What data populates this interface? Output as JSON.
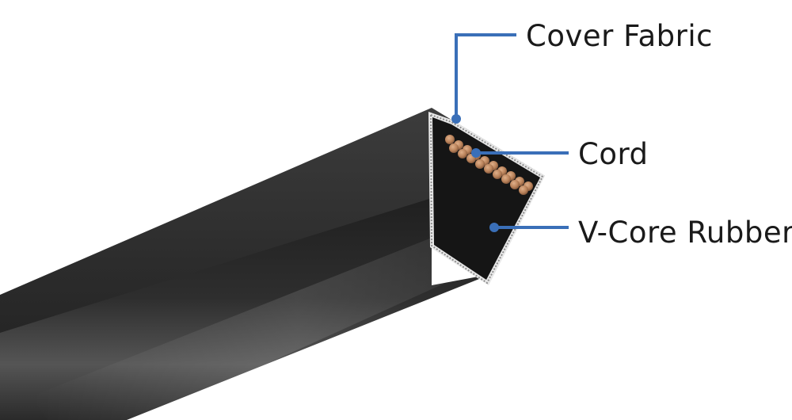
{
  "labels": {
    "cover_fabric": "Cover Fabric",
    "cord": "Cord",
    "v_core_rubber": "V-Core Rubber"
  },
  "colors": {
    "leader_line": "#3a6fb8",
    "belt_body": "#2a2a2a",
    "cord_copper": "#b9825a",
    "fabric_edge": "#e8e8e8",
    "background": "#ffffff"
  }
}
